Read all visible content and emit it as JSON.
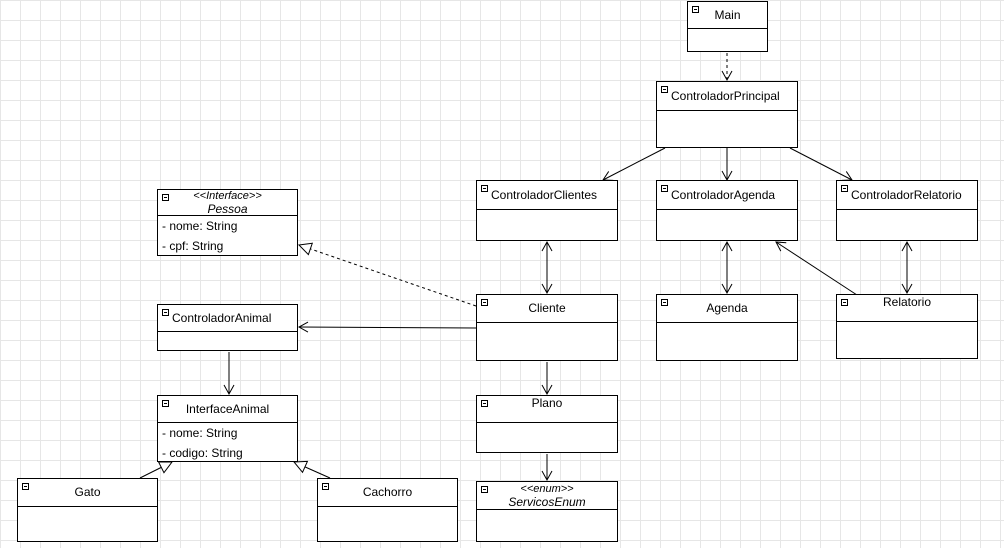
{
  "diagram": {
    "classes": [
      {
        "id": "main",
        "name": "Main",
        "stereotype": "",
        "attributes": []
      },
      {
        "id": "controlador-principal",
        "name": "ControladorPrincipal",
        "stereotype": "",
        "attributes": []
      },
      {
        "id": "controlador-clientes",
        "name": "ControladorClientes",
        "stereotype": "",
        "attributes": []
      },
      {
        "id": "controlador-agenda",
        "name": "ControladorAgenda",
        "stereotype": "",
        "attributes": []
      },
      {
        "id": "controlador-relatorio",
        "name": "ControladorRelatorio",
        "stereotype": "",
        "attributes": []
      },
      {
        "id": "pessoa",
        "name": "Pessoa",
        "stereotype": "<<Interface>>",
        "attributes": [
          "- nome: String",
          "- cpf: String"
        ]
      },
      {
        "id": "cliente",
        "name": "Cliente",
        "stereotype": "",
        "attributes": []
      },
      {
        "id": "agenda",
        "name": "Agenda",
        "stereotype": "",
        "attributes": []
      },
      {
        "id": "relatorio",
        "name": "Relatorio",
        "stereotype": "",
        "attributes": []
      },
      {
        "id": "controlador-animal",
        "name": "ControladorAnimal",
        "stereotype": "",
        "attributes": []
      },
      {
        "id": "interface-animal",
        "name": "InterfaceAnimal",
        "stereotype": "",
        "attributes": [
          "- nome: String",
          "- codigo: String"
        ]
      },
      {
        "id": "plano",
        "name": "Plano",
        "stereotype": "",
        "attributes": []
      },
      {
        "id": "gato",
        "name": "Gato",
        "stereotype": "",
        "attributes": []
      },
      {
        "id": "cachorro",
        "name": "Cachorro",
        "stereotype": "",
        "attributes": []
      },
      {
        "id": "servicos-enum",
        "name": "ServicosEnum",
        "stereotype": "<<enum>>",
        "attributes": []
      }
    ],
    "relations": [
      {
        "from": "main",
        "to": "controlador-principal",
        "kind": "dependency"
      },
      {
        "from": "controlador-principal",
        "to": "controlador-clientes",
        "kind": "association"
      },
      {
        "from": "controlador-principal",
        "to": "controlador-agenda",
        "kind": "association"
      },
      {
        "from": "controlador-principal",
        "to": "controlador-relatorio",
        "kind": "association"
      },
      {
        "from": "controlador-clientes",
        "to": "cliente",
        "kind": "bidirectional"
      },
      {
        "from": "controlador-agenda",
        "to": "agenda",
        "kind": "bidirectional"
      },
      {
        "from": "controlador-relatorio",
        "to": "relatorio",
        "kind": "bidirectional"
      },
      {
        "from": "relatorio",
        "to": "controlador-agenda",
        "kind": "association"
      },
      {
        "from": "cliente",
        "to": "pessoa",
        "kind": "realization"
      },
      {
        "from": "cliente",
        "to": "controlador-animal",
        "kind": "association"
      },
      {
        "from": "cliente",
        "to": "plano",
        "kind": "association"
      },
      {
        "from": "plano",
        "to": "servicos-enum",
        "kind": "association"
      },
      {
        "from": "controlador-animal",
        "to": "interface-animal",
        "kind": "association"
      },
      {
        "from": "gato",
        "to": "interface-animal",
        "kind": "realization"
      },
      {
        "from": "cachorro",
        "to": "interface-animal",
        "kind": "realization"
      }
    ]
  }
}
